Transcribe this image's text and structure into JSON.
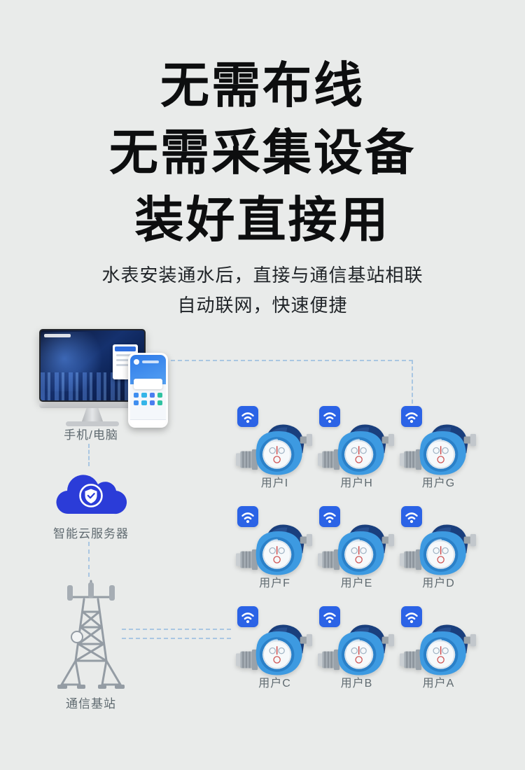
{
  "headline": {
    "line1": "无需布线",
    "line2": "无需采集设备",
    "line3": "装好直接用"
  },
  "subtitle": {
    "line1": "水表安装通水后，直接与通信基站相联",
    "line2": "自动联网，快速便捷"
  },
  "diagram": {
    "devices_label": "手机/电脑",
    "cloud_label": "智能云服务器",
    "tower_label": "通信基站",
    "meters": [
      {
        "label": "用户I"
      },
      {
        "label": "用户H"
      },
      {
        "label": "用户G"
      },
      {
        "label": "用户F"
      },
      {
        "label": "用户E"
      },
      {
        "label": "用户D"
      },
      {
        "label": "用户C"
      },
      {
        "label": "用户B"
      },
      {
        "label": "用户A"
      }
    ]
  },
  "colors": {
    "background": "#e9ebea",
    "headline_text": "#0d0e0f",
    "cloud_blue": "#2b3cd8",
    "wifi_badge_blue": "#2b63e6",
    "meter_body_blue": "#3d9ae1",
    "meter_lid_navy": "#1a3f7d",
    "connector_dash": "#a9c6e2",
    "label_gray": "#5f6a70"
  }
}
